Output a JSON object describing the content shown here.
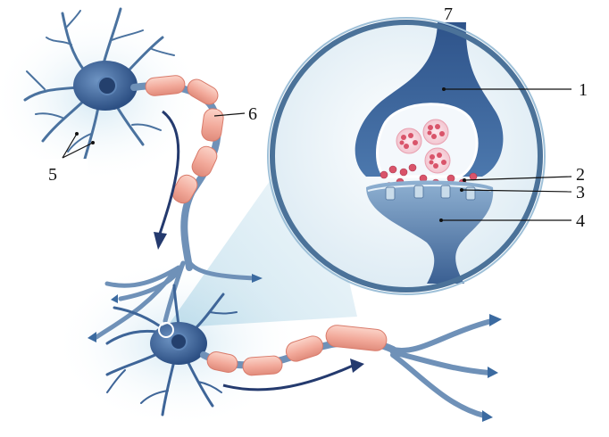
{
  "labels": {
    "l1": "1",
    "l2": "2",
    "l3": "3",
    "l4": "4",
    "l5": "5",
    "l6": "6",
    "l7": "7"
  },
  "colors": {
    "neuron": "#3f679b",
    "neuron_dark": "#1f3f70",
    "myelin": "#f2a99a",
    "myelin_edge": "#d97b6b",
    "vesicle": "#d9546a",
    "circle_ring": "#4b7299",
    "glow": "#cfe6f2"
  }
}
